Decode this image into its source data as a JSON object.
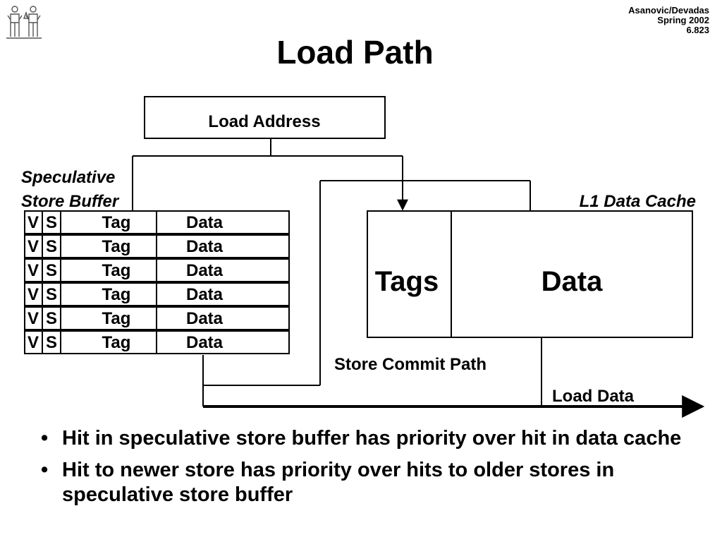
{
  "header": {
    "author": "Asanovic/Devadas",
    "term": "Spring 2002",
    "course": "6.823"
  },
  "title": "Load Path",
  "logo": {
    "icon": "mit-figures-logo-icon"
  },
  "diagram": {
    "load_address": "Load Address",
    "buffer_label_line1": "Speculative",
    "buffer_label_line2": "Store Buffer",
    "buffer_columns": {
      "v": "V",
      "s": "S",
      "tag": "Tag",
      "data": "Data"
    },
    "buffer_rows": [
      {
        "v": "V",
        "s": "S",
        "tag": "Tag",
        "data": "Data"
      },
      {
        "v": "V",
        "s": "S",
        "tag": "Tag",
        "data": "Data"
      },
      {
        "v": "V",
        "s": "S",
        "tag": "Tag",
        "data": "Data"
      },
      {
        "v": "V",
        "s": "S",
        "tag": "Tag",
        "data": "Data"
      },
      {
        "v": "V",
        "s": "S",
        "tag": "Tag",
        "data": "Data"
      },
      {
        "v": "V",
        "s": "S",
        "tag": "Tag",
        "data": "Data"
      }
    ],
    "cache_label": "L1 Data Cache",
    "cache_tags": "Tags",
    "cache_data": "Data",
    "store_commit_path": "Store Commit Path",
    "load_data": "Load Data"
  },
  "bullets": [
    "Hit in speculative store buffer has priority over hit in data cache",
    "Hit to newer store has priority over hits to older stores in speculative store buffer"
  ]
}
